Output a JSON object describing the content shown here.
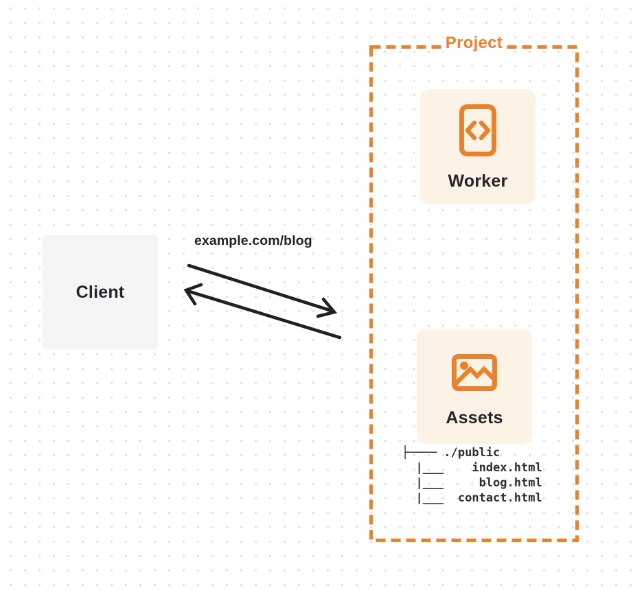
{
  "client": {
    "label": "Client"
  },
  "request": {
    "label": "example.com/blog"
  },
  "project": {
    "label": "Project",
    "worker": {
      "label": "Worker",
      "icon": "code-file-icon"
    },
    "assets": {
      "label": "Assets",
      "icon": "image-icon",
      "file_tree": "├──── ./public\n  |___    index.html\n  |___     blog.html\n  |___  contact.html"
    }
  },
  "colors": {
    "accent_orange": "#e8822c",
    "card_background": "#fcf2e6",
    "client_background": "#f5f5f6",
    "arrow": "#212121",
    "text_dark": "#24262b",
    "dot_grid": "#e1e1e1"
  }
}
